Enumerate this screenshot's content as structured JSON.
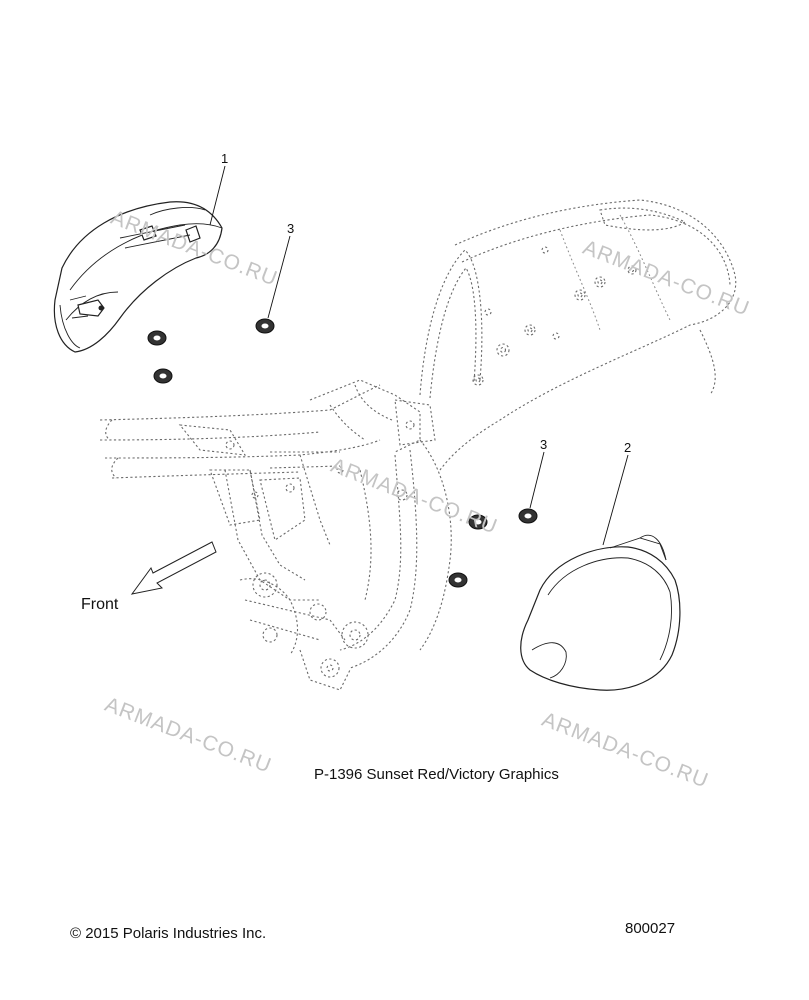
{
  "diagram": {
    "callouts": [
      {
        "id": "callout-1",
        "label": "1"
      },
      {
        "id": "callout-3a",
        "label": "3"
      },
      {
        "id": "callout-3b",
        "label": "3"
      },
      {
        "id": "callout-2",
        "label": "2"
      }
    ],
    "front_label": "Front",
    "graphics_caption": "P-1396  Sunset Red/Victory Graphics",
    "copyright": "© 2015 Polaris Industries Inc.",
    "part_number": "800027",
    "watermarks": [
      "ARMADA-CO.RU",
      "ARMADA-CO.RU",
      "ARMADA-CO.RU",
      "ARMADA-CO.RU",
      "ARMADA-CO.RU"
    ],
    "colors": {
      "line": "#222222",
      "dashed": "#6b6b6b",
      "watermark": "#c4c4c4",
      "background": "#ffffff"
    }
  }
}
